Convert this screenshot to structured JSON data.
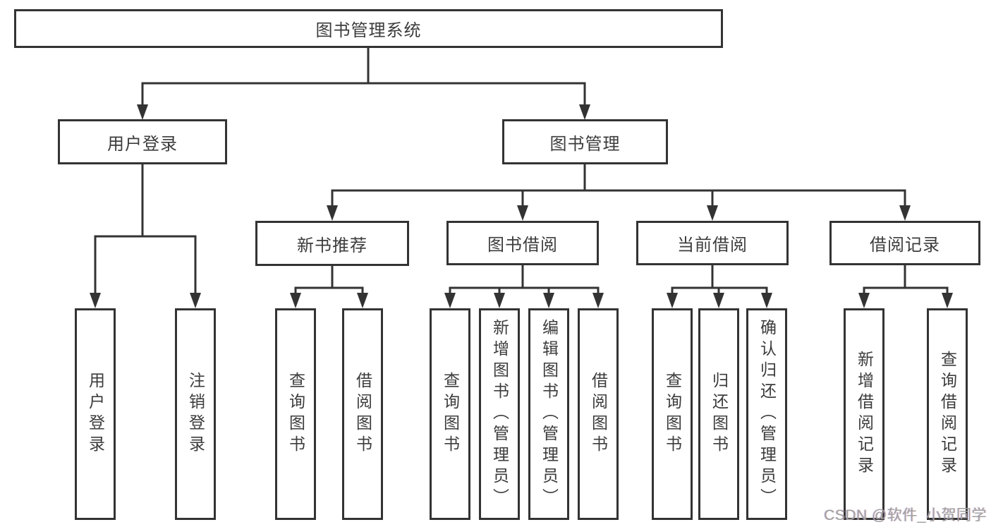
{
  "tree": {
    "root": {
      "label": "图书管理系统",
      "children": [
        {
          "label": "用户登录",
          "children": [
            {
              "label": "用户登录"
            },
            {
              "label": "注销登录"
            }
          ]
        },
        {
          "label": "图书管理",
          "children": [
            {
              "label": "新书推荐",
              "children": [
                {
                  "label": "查询图书"
                },
                {
                  "label": "借阅图书"
                }
              ]
            },
            {
              "label": "图书借阅",
              "children": [
                {
                  "label": "查询图书"
                },
                {
                  "label": "新增图书（管理员）"
                },
                {
                  "label": "编辑图书（管理员）"
                },
                {
                  "label": "借阅图书"
                }
              ]
            },
            {
              "label": "当前借阅",
              "children": [
                {
                  "label": "查询图书"
                },
                {
                  "label": "归还图书"
                },
                {
                  "label": "确认归还（管理员）"
                }
              ]
            },
            {
              "label": "借阅记录",
              "children": [
                {
                  "label": "新增借阅记录"
                },
                {
                  "label": "查询借阅记录"
                }
              ]
            }
          ]
        }
      ]
    }
  },
  "watermark": "CSDN @软件_小贺同学",
  "colors": {
    "line": "#333333",
    "box_border": "#333333",
    "text": "#3c3c3c",
    "watermark": "#9f9f9f",
    "background": "#ffffff"
  }
}
